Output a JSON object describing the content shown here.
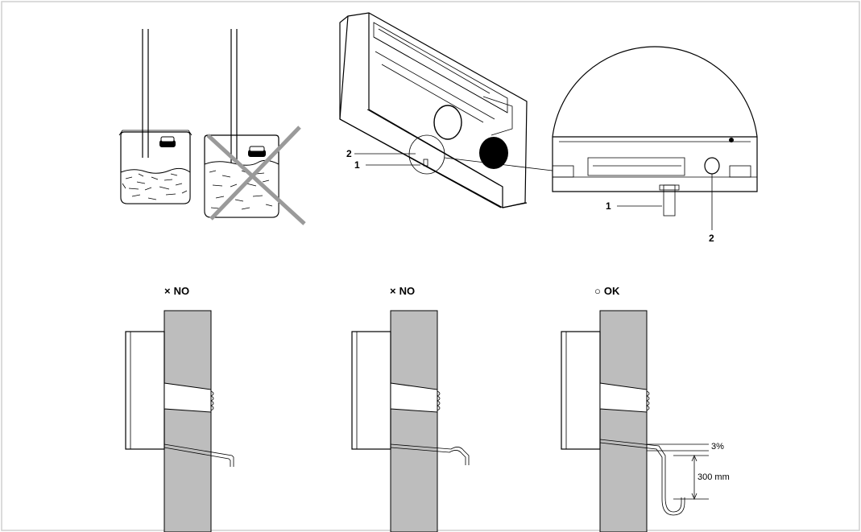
{
  "labels": {
    "callout_1": "1",
    "callout_2": "2"
  },
  "panels": [
    {
      "status_symbol": "×",
      "status_text": "NO"
    },
    {
      "status_symbol": "×",
      "status_text": "NO"
    },
    {
      "status_symbol": "○",
      "status_text": "OK"
    }
  ],
  "slope": "3%",
  "drop": "300 mm",
  "colors": {
    "wall": "#bdbdbd",
    "cross": "#9a9a9a",
    "frame": "#cfcfcf"
  }
}
